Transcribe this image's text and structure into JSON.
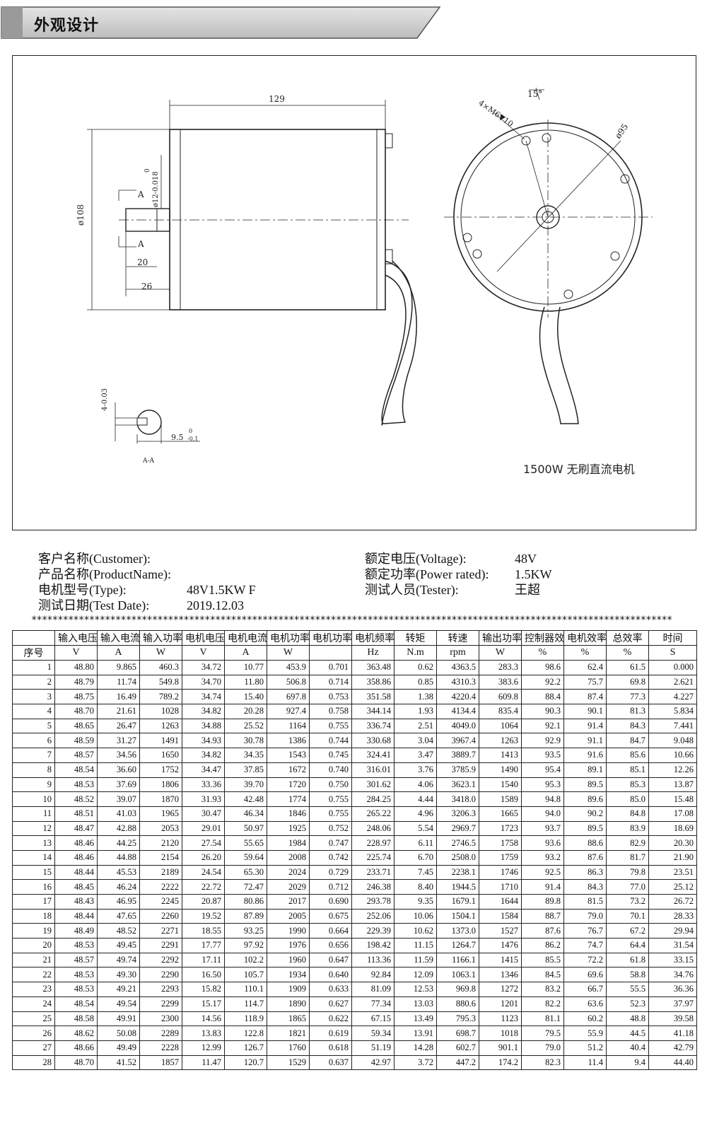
{
  "header": {
    "title": "外观设计"
  },
  "drawing": {
    "dims": {
      "length": "129",
      "diameter": "ø108",
      "shaft": "ø12-0.018",
      "shaft_tol_top": "0",
      "section_marker": "A",
      "key_len": "20",
      "shaft_len": "26",
      "holes": "4×M6▼10",
      "angle": "15°",
      "pcd": "ø95",
      "key_w": "9.5",
      "key_w_tol": "-0.1",
      "key_w_tol_top": "0",
      "key_depth": "4-0.03",
      "key_depth_tol_top": "0",
      "section_label": "A-A"
    },
    "caption": "1500W 无刷直流电机"
  },
  "info": {
    "left": [
      {
        "label": "客户名称(Customer):",
        "value": ""
      },
      {
        "label": "产品名称(ProductName):",
        "value": ""
      },
      {
        "label": "电机型号(Type):",
        "value": "48V1.5KW F"
      },
      {
        "label": "测试日期(Test Date):",
        "value": "2019.12.03"
      }
    ],
    "right": [
      {
        "label": "额定电压(Voltage):",
        "value": "48V"
      },
      {
        "label": "额定功率(Power rated):",
        "value": "1.5KW"
      },
      {
        "label": "测试人员(Tester):",
        "value": "王超"
      }
    ]
  },
  "separator": "**************************************************************************************************************************",
  "table": {
    "headers": [
      "",
      "输入电压",
      "输入电流",
      "输入功率",
      "电机电压",
      "电机电流",
      "电机功率",
      "电机功率因数",
      "电机频率",
      "转矩",
      "转速",
      "输出功率",
      "控制器效率",
      "电机效率",
      "总效率",
      "时间"
    ],
    "units": [
      "序号",
      "V",
      "A",
      "W",
      "V",
      "A",
      "W",
      "",
      "Hz",
      "N.m",
      "rpm",
      "W",
      "%",
      "%",
      "%",
      "S"
    ],
    "rows": [
      [
        "1",
        "48.80",
        "9.865",
        "460.3",
        "34.72",
        "10.77",
        "453.9",
        "0.701",
        "363.48",
        "0.62",
        "4363.5",
        "283.3",
        "98.6",
        "62.4",
        "61.5",
        "0.000"
      ],
      [
        "2",
        "48.79",
        "11.74",
        "549.8",
        "34.70",
        "11.80",
        "506.8",
        "0.714",
        "358.86",
        "0.85",
        "4310.3",
        "383.6",
        "92.2",
        "75.7",
        "69.8",
        "2.621"
      ],
      [
        "3",
        "48.75",
        "16.49",
        "789.2",
        "34.74",
        "15.40",
        "697.8",
        "0.753",
        "351.58",
        "1.38",
        "4220.4",
        "609.8",
        "88.4",
        "87.4",
        "77.3",
        "4.227"
      ],
      [
        "4",
        "48.70",
        "21.61",
        "1028",
        "34.82",
        "20.28",
        "927.4",
        "0.758",
        "344.14",
        "1.93",
        "4134.4",
        "835.4",
        "90.3",
        "90.1",
        "81.3",
        "5.834"
      ],
      [
        "5",
        "48.65",
        "26.47",
        "1263",
        "34.88",
        "25.52",
        "1164",
        "0.755",
        "336.74",
        "2.51",
        "4049.0",
        "1064",
        "92.1",
        "91.4",
        "84.3",
        "7.441"
      ],
      [
        "6",
        "48.59",
        "31.27",
        "1491",
        "34.93",
        "30.78",
        "1386",
        "0.744",
        "330.68",
        "3.04",
        "3967.4",
        "1263",
        "92.9",
        "91.1",
        "84.7",
        "9.048"
      ],
      [
        "7",
        "48.57",
        "34.56",
        "1650",
        "34.82",
        "34.35",
        "1543",
        "0.745",
        "324.41",
        "3.47",
        "3889.7",
        "1413",
        "93.5",
        "91.6",
        "85.6",
        "10.66"
      ],
      [
        "8",
        "48.54",
        "36.60",
        "1752",
        "34.47",
        "37.85",
        "1672",
        "0.740",
        "316.01",
        "3.76",
        "3785.9",
        "1490",
        "95.4",
        "89.1",
        "85.1",
        "12.26"
      ],
      [
        "9",
        "48.53",
        "37.69",
        "1806",
        "33.36",
        "39.70",
        "1720",
        "0.750",
        "301.62",
        "4.06",
        "3623.1",
        "1540",
        "95.3",
        "89.5",
        "85.3",
        "13.87"
      ],
      [
        "10",
        "48.52",
        "39.07",
        "1870",
        "31.93",
        "42.48",
        "1774",
        "0.755",
        "284.25",
        "4.44",
        "3418.0",
        "1589",
        "94.8",
        "89.6",
        "85.0",
        "15.48"
      ],
      [
        "11",
        "48.51",
        "41.03",
        "1965",
        "30.47",
        "46.34",
        "1846",
        "0.755",
        "265.22",
        "4.96",
        "3206.3",
        "1665",
        "94.0",
        "90.2",
        "84.8",
        "17.08"
      ],
      [
        "12",
        "48.47",
        "42.88",
        "2053",
        "29.01",
        "50.97",
        "1925",
        "0.752",
        "248.06",
        "5.54",
        "2969.7",
        "1723",
        "93.7",
        "89.5",
        "83.9",
        "18.69"
      ],
      [
        "13",
        "48.46",
        "44.25",
        "2120",
        "27.54",
        "55.65",
        "1984",
        "0.747",
        "228.97",
        "6.11",
        "2746.5",
        "1758",
        "93.6",
        "88.6",
        "82.9",
        "20.30"
      ],
      [
        "14",
        "48.46",
        "44.88",
        "2154",
        "26.20",
        "59.64",
        "2008",
        "0.742",
        "225.74",
        "6.70",
        "2508.0",
        "1759",
        "93.2",
        "87.6",
        "81.7",
        "21.90"
      ],
      [
        "15",
        "48.44",
        "45.53",
        "2189",
        "24.54",
        "65.30",
        "2024",
        "0.729",
        "233.71",
        "7.45",
        "2238.1",
        "1746",
        "92.5",
        "86.3",
        "79.8",
        "23.51"
      ],
      [
        "16",
        "48.45",
        "46.24",
        "2222",
        "22.72",
        "72.47",
        "2029",
        "0.712",
        "246.38",
        "8.40",
        "1944.5",
        "1710",
        "91.4",
        "84.3",
        "77.0",
        "25.12"
      ],
      [
        "17",
        "48.43",
        "46.95",
        "2245",
        "20.87",
        "80.86",
        "2017",
        "0.690",
        "293.78",
        "9.35",
        "1679.1",
        "1644",
        "89.8",
        "81.5",
        "73.2",
        "26.72"
      ],
      [
        "18",
        "48.44",
        "47.65",
        "2260",
        "19.52",
        "87.89",
        "2005",
        "0.675",
        "252.06",
        "10.06",
        "1504.1",
        "1584",
        "88.7",
        "79.0",
        "70.1",
        "28.33"
      ],
      [
        "19",
        "48.49",
        "48.52",
        "2271",
        "18.55",
        "93.25",
        "1990",
        "0.664",
        "229.39",
        "10.62",
        "1373.0",
        "1527",
        "87.6",
        "76.7",
        "67.2",
        "29.94"
      ],
      [
        "20",
        "48.53",
        "49.45",
        "2291",
        "17.77",
        "97.92",
        "1976",
        "0.656",
        "198.42",
        "11.15",
        "1264.7",
        "1476",
        "86.2",
        "74.7",
        "64.4",
        "31.54"
      ],
      [
        "21",
        "48.57",
        "49.74",
        "2292",
        "17.11",
        "102.2",
        "1960",
        "0.647",
        "113.36",
        "11.59",
        "1166.1",
        "1415",
        "85.5",
        "72.2",
        "61.8",
        "33.15"
      ],
      [
        "22",
        "48.53",
        "49.30",
        "2290",
        "16.50",
        "105.7",
        "1934",
        "0.640",
        "92.84",
        "12.09",
        "1063.1",
        "1346",
        "84.5",
        "69.6",
        "58.8",
        "34.76"
      ],
      [
        "23",
        "48.53",
        "49.21",
        "2293",
        "15.82",
        "110.1",
        "1909",
        "0.633",
        "81.09",
        "12.53",
        "969.8",
        "1272",
        "83.2",
        "66.7",
        "55.5",
        "36.36"
      ],
      [
        "24",
        "48.54",
        "49.54",
        "2299",
        "15.17",
        "114.7",
        "1890",
        "0.627",
        "77.34",
        "13.03",
        "880.6",
        "1201",
        "82.2",
        "63.6",
        "52.3",
        "37.97"
      ],
      [
        "25",
        "48.58",
        "49.91",
        "2300",
        "14.56",
        "118.9",
        "1865",
        "0.622",
        "67.15",
        "13.49",
        "795.3",
        "1123",
        "81.1",
        "60.2",
        "48.8",
        "39.58"
      ],
      [
        "26",
        "48.62",
        "50.08",
        "2289",
        "13.83",
        "122.8",
        "1821",
        "0.619",
        "59.34",
        "13.91",
        "698.7",
        "1018",
        "79.5",
        "55.9",
        "44.5",
        "41.18"
      ],
      [
        "27",
        "48.66",
        "49.49",
        "2228",
        "12.99",
        "126.7",
        "1760",
        "0.618",
        "51.19",
        "14.28",
        "602.7",
        "901.1",
        "79.0",
        "51.2",
        "40.4",
        "42.79"
      ],
      [
        "28",
        "48.70",
        "41.52",
        "1857",
        "11.47",
        "120.7",
        "1529",
        "0.637",
        "42.97",
        "3.72",
        "447.2",
        "174.2",
        "82.3",
        "11.4",
        "9.4",
        "44.40"
      ]
    ]
  }
}
